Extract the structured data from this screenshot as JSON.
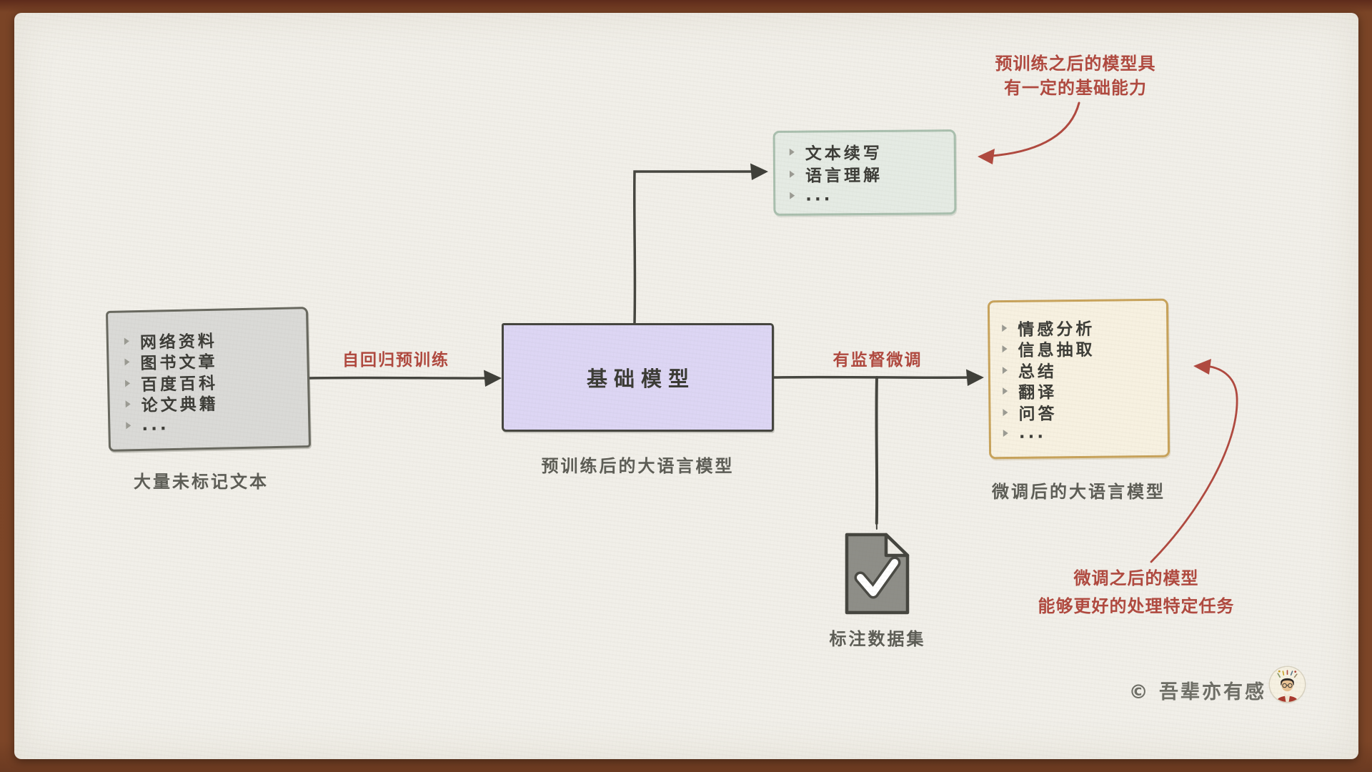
{
  "diagram": {
    "sources": {
      "items": [
        "网络资料",
        "图书文章",
        "百度百科",
        "论文典籍",
        "..."
      ],
      "caption": "大量未标记文本"
    },
    "base_model": {
      "title": "基础模型",
      "caption": "预训练后的大语言模型"
    },
    "base_capabilities": {
      "items": [
        "文本续写",
        "语言理解",
        "..."
      ]
    },
    "finetuned_capabilities": {
      "items": [
        "情感分析",
        "信息抽取",
        "总结",
        "翻译",
        "问答",
        "..."
      ],
      "caption": "微调后的大语言模型"
    },
    "arrows": {
      "pretrain_label": "自回归预训练",
      "sft_label": "有监督微调"
    },
    "dataset": {
      "caption": "标注数据集"
    },
    "annotations": {
      "top_line1": "预训练之后的模型具",
      "top_line2": "有一定的基础能力",
      "bottom_line1": "微调之后的模型",
      "bottom_line2": "能够更好的处理特定任务"
    }
  },
  "footer": {
    "credit": "© 吾辈亦有感"
  },
  "colors": {
    "frame_brown": "#7a4426",
    "paper": "#f1efe9",
    "ink": "#45453f",
    "accent_red": "#b0493f",
    "gray_box_fill": "#dadad7",
    "purple_box_fill": "#ddd6f4",
    "green_box_fill": "#e5ebe4",
    "green_box_border": "#a9bfae",
    "cream_box_fill": "#f7f1e1",
    "cream_box_border": "#c8a35b"
  }
}
